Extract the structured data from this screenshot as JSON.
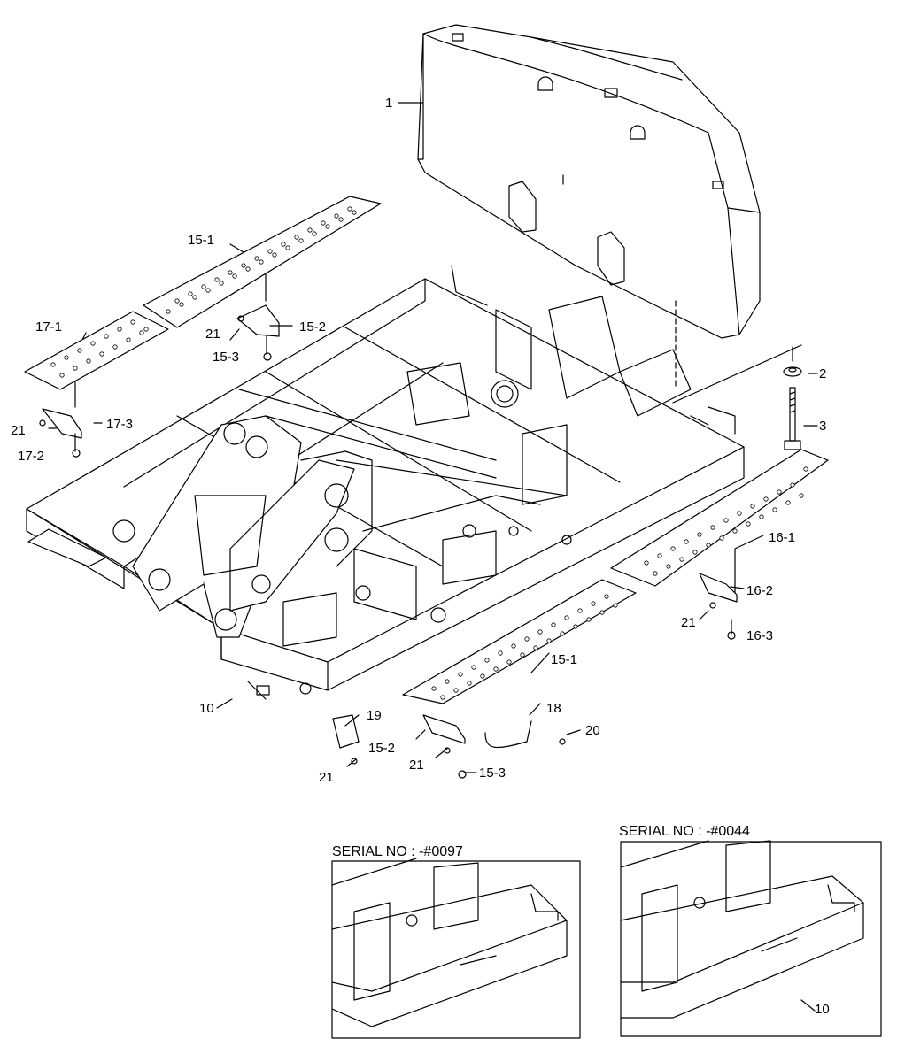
{
  "diagram": {
    "labels": {
      "p1": "1",
      "p2": "2",
      "p3": "3",
      "p10a": "10",
      "p10b": "10",
      "p15_1a": "15-1",
      "p15_1b": "15-1",
      "p15_2a": "15-2",
      "p15_2b": "15-2",
      "p15_3a": "15-3",
      "p15_3b": "15-3",
      "p16_1": "16-1",
      "p16_2": "16-2",
      "p16_3": "16-3",
      "p17_1": "17-1",
      "p17_2": "17-2",
      "p17_3": "17-3",
      "p18": "18",
      "p19": "19",
      "p20": "20",
      "p21a": "21",
      "p21b": "21",
      "p21c": "21",
      "p21d": "21",
      "p21e": "21"
    },
    "insets": {
      "left_title": "SERIAL NO : -#0097",
      "right_title": "SERIAL NO : -#0044"
    }
  }
}
